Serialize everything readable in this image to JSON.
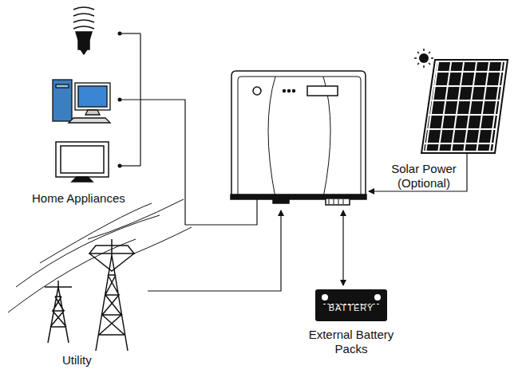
{
  "diagram": {
    "nodes": [
      {
        "text": [
          "BATTERY",
          "External Battery Packs"
        ]
      }
    ],
    "labels": [
      "Home Appliances",
      "Solar Power (Optional)",
      "Utility"
    ]
  }
}
